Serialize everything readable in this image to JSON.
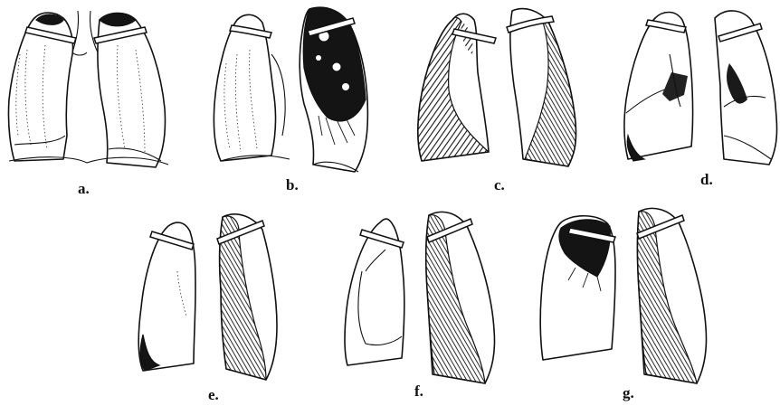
{
  "figure": {
    "panels": [
      {
        "id": "a",
        "label": "a."
      },
      {
        "id": "b",
        "label": "b."
      },
      {
        "id": "c",
        "label": "c."
      },
      {
        "id": "d",
        "label": "d."
      },
      {
        "id": "e",
        "label": "e."
      },
      {
        "id": "f",
        "label": "f."
      },
      {
        "id": "g",
        "label": "g."
      }
    ]
  }
}
